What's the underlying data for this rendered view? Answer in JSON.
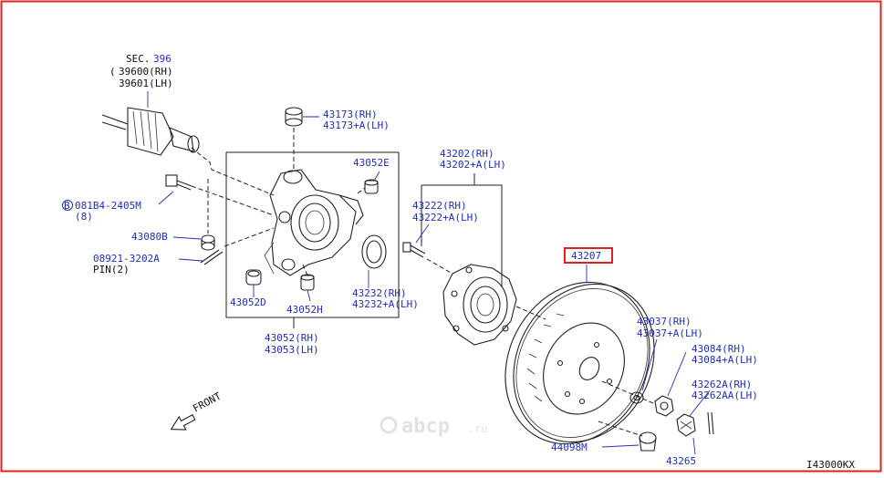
{
  "diagram": {
    "border_color": "#e02020",
    "label_color": "#1e2fb8",
    "highlight_color": "#e02020",
    "parts": {
      "sec_prefix": "SEC.",
      "sec_num": "396",
      "p39600": "39600(RH)",
      "p39601": "39601(LH)",
      "p43173_rh": "43173(RH)",
      "p43173_lh": "43173+A(LH)",
      "p43052e": "43052E",
      "bolt_circle": "B",
      "bolt_code": "081B4-2405M",
      "bolt_qty": "(8)",
      "p43080b": "43080B",
      "pin_code": "08921-3202A",
      "pin_qty": "PIN(2)",
      "p43052d": "43052D",
      "p43052h": "43052H",
      "p43052_rh": "43052(RH)",
      "p43053_lh": "43053(LH)",
      "p43202_rh": "43202(RH)",
      "p43202_lh": "43202+A(LH)",
      "p43222_rh": "43222(RH)",
      "p43222_lh": "43222+A(LH)",
      "p43232_rh": "43232(RH)",
      "p43232_lh": "43232+A(LH)",
      "p43207": "43207",
      "p43037_rh": "43037(RH)",
      "p43037_lh": "43037+A(LH)",
      "p43084_rh": "43084(RH)",
      "p43084_lh": "43084+A(LH)",
      "p43262_rh": "43262A(RH)",
      "p43262_lh": "43262AA(LH)",
      "p44098m": "44098M",
      "p43265": "43265",
      "front": "FRONT",
      "diagram_code": "I43000KX"
    },
    "watermark": {
      "brand": "abcp",
      "suffix": ".ru"
    }
  }
}
